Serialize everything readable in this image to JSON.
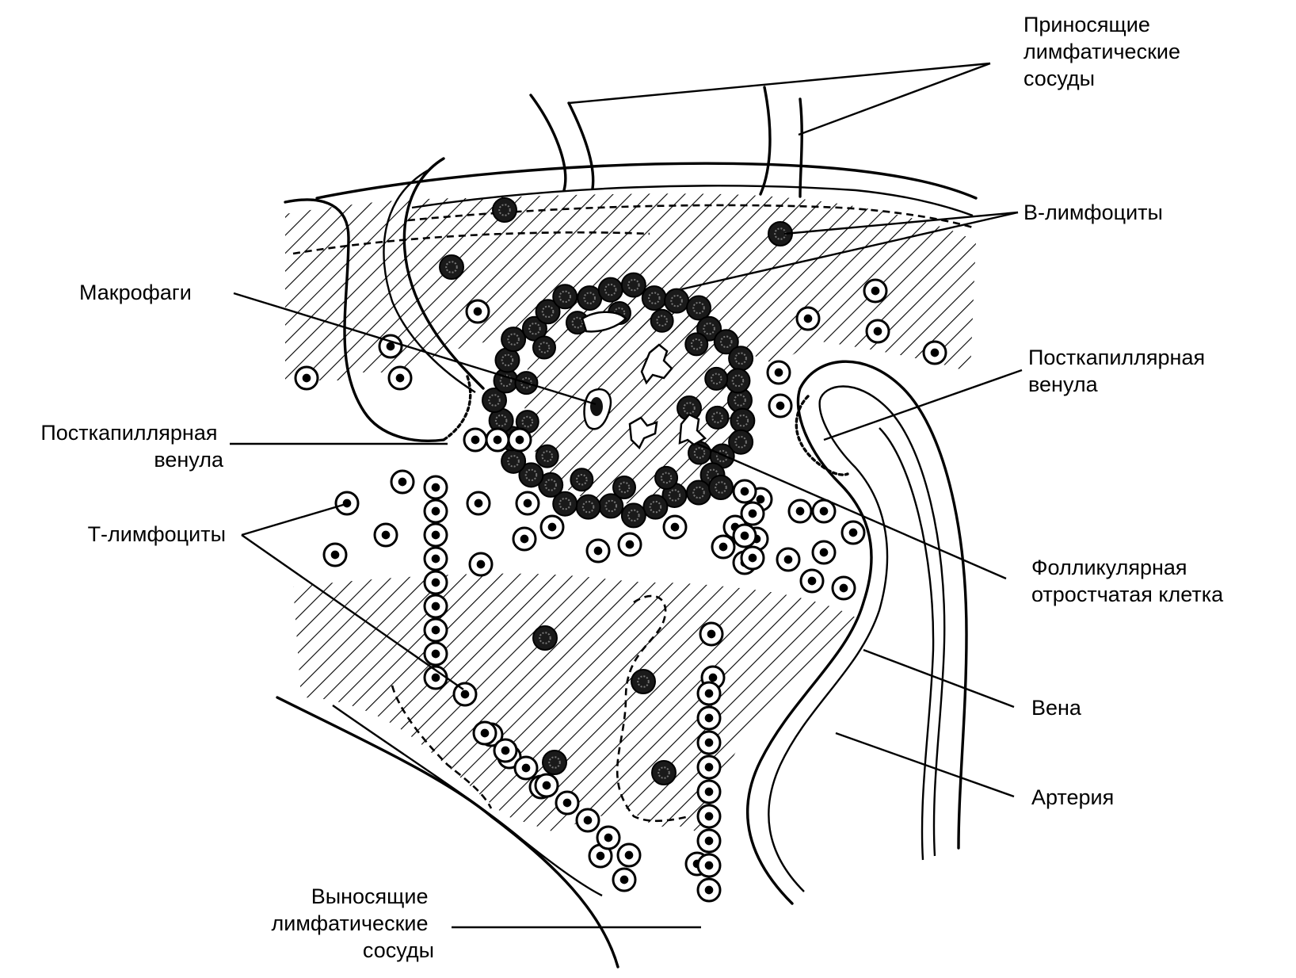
{
  "labels": {
    "afferent": [
      "Приносящие",
      "лимфатические",
      "сосуды"
    ],
    "b_lymphocytes": "В-лимфоциты",
    "macrophages": "Макрофаги",
    "postcap_venule_left": [
      "Посткапиллярная",
      "венула"
    ],
    "postcap_venule_right": [
      "Посткапиллярная",
      "венула"
    ],
    "t_lymphocytes": "Т-лимфоциты",
    "follicular_cell": [
      "Фолликулярная",
      "отростчатая клетка"
    ],
    "vein": "Вена",
    "artery": "Артерия",
    "efferent": [
      "Выносящие",
      "лимфатические",
      "сосуды"
    ]
  },
  "colors": {
    "ink": "#000000",
    "background": "#ffffff"
  }
}
